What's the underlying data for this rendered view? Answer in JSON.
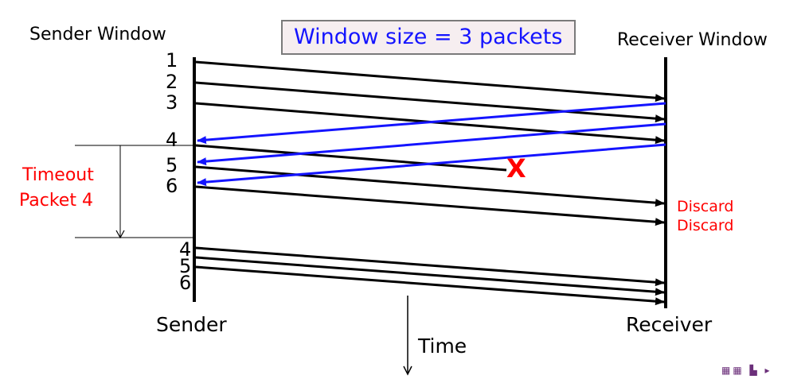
{
  "window_size_label": "Window size = 3 packets",
  "sender_window_label": "Sender Window",
  "receiver_window_label": "Receiver Window",
  "sender_label": "Sender",
  "receiver_label": "Receiver",
  "time_label": "Time",
  "timeout_label_line1": "Timeout",
  "timeout_label_line2": "Packet 4",
  "packets_initial": [
    "1",
    "2",
    "3",
    "4",
    "5",
    "6"
  ],
  "packets_retransmit": [
    "4",
    "5",
    "6"
  ],
  "discard_labels": [
    "Discard",
    "Discard"
  ],
  "lost_marker": "X",
  "colors": {
    "data_arrow": "#000000",
    "ack_arrow": "#1414ff",
    "highlight": "#ff0000",
    "title_box_bg": "#f6eef0"
  }
}
